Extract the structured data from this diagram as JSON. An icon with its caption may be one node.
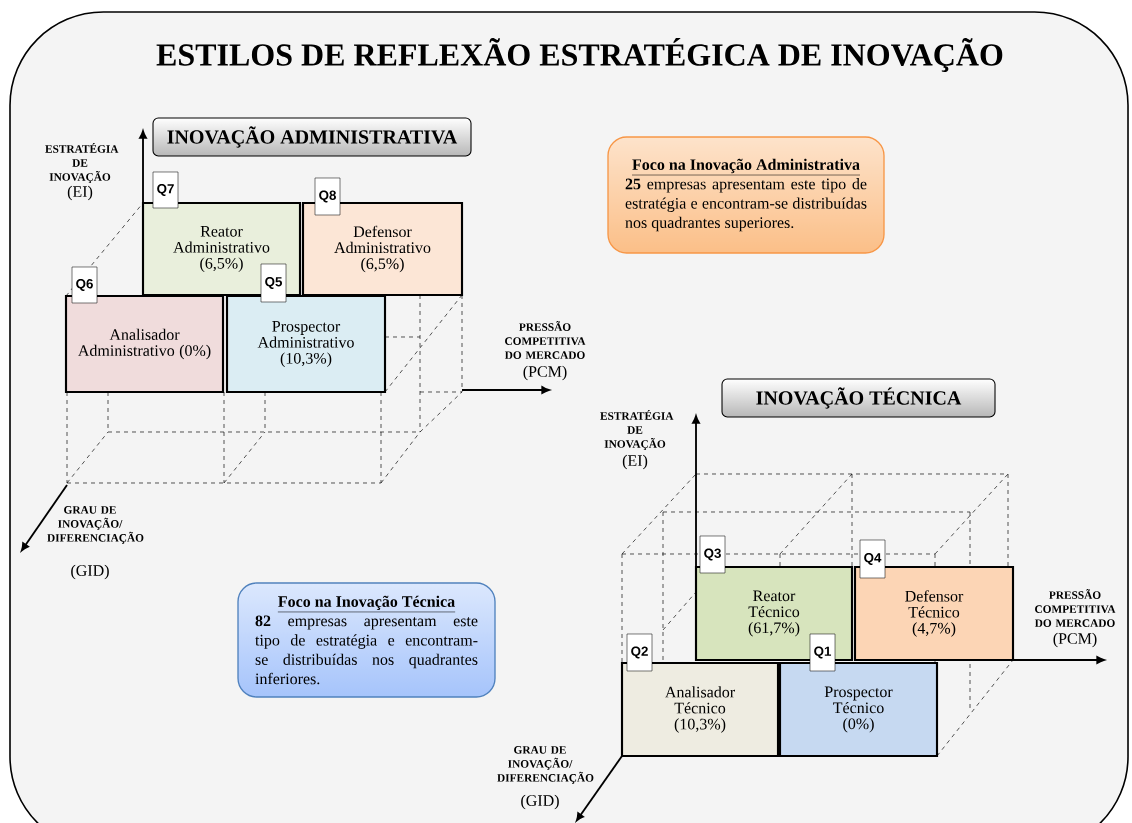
{
  "diagram": {
    "title": "ESTILOS DE REFLEXÃO ESTRATÉGICA DE INOVAÇÃO",
    "nodes": [
      {
        "text": [
          "INOVAÇÃO ADMINISTRATIVA"
        ]
      },
      {
        "text": [
          "Q7"
        ]
      },
      {
        "text": [
          "Reator Administrativo (6,5%)"
        ]
      },
      {
        "text": [
          "Q8"
        ]
      },
      {
        "text": [
          "Defensor Administrativo (6,5%)"
        ]
      },
      {
        "text": [
          "Q6"
        ]
      },
      {
        "text": [
          "Analisador Administrativo (0%)"
        ]
      },
      {
        "text": [
          "Q5"
        ]
      },
      {
        "text": [
          "Prospector Administrativo (10,3%)"
        ]
      },
      {
        "text": [
          "Foco na Inovação Administrativa",
          "**25** empresas apresentam este tipo de estratégia e encontram-se distribuídas nos quadrantes superiores."
        ]
      },
      {
        "text": [
          "INOVAÇÃO TÉCNICA"
        ]
      },
      {
        "text": [
          "Foco na Inovação Técnica",
          "**82** empresas apresentam este tipo de estratégia e encontram-se distribuídas nos quadrantes inferiores."
        ]
      },
      {
        "text": [
          "Q3"
        ]
      },
      {
        "text": [
          "Reator Técnico (61,7%)"
        ]
      },
      {
        "text": [
          "Q4"
        ]
      },
      {
        "text": [
          "Defensor Técnico (4,7%)"
        ]
      },
      {
        "text": [
          "Q2"
        ]
      },
      {
        "text": [
          "Analisador Técnico (10,3%)"
        ]
      },
      {
        "text": [
          "Q1"
        ]
      },
      {
        "text": [
          "Prospector Técnico (0%)"
        ]
      }
    ],
    "labels": [
      "ESTRATÉGIA DE INOVAÇÃO",
      "(EI)",
      "PRESSÃO COMPETITIVA DO MERCADO",
      "(PCM)",
      "GRAU DE INOVAÇÃO/ DIFERENCIAÇÃO",
      "(GID)",
      "ESTRATÉGIA DE INOVAÇÃO",
      "(EI)",
      "PRESSÃO COMPETITIVA DO MERCADO",
      "(PCM)",
      "GRAU DE INOVAÇÃO/ DIFERENCIAÇÃO",
      "(GID)"
    ]
  }
}
